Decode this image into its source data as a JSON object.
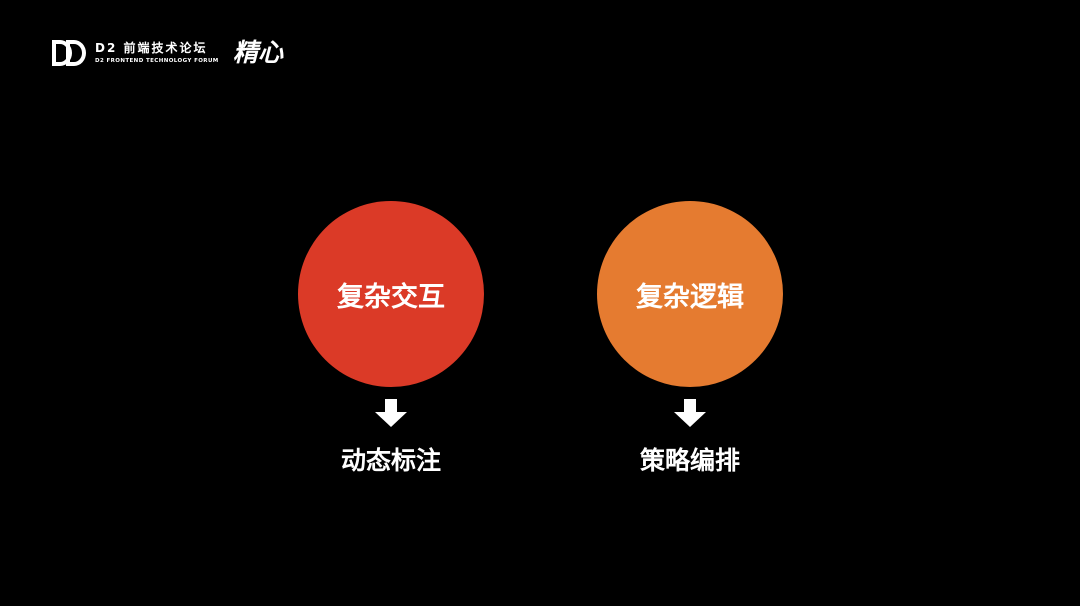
{
  "header": {
    "logo_icon": "dd-logo-icon",
    "brand_title": "D2 前端技术论坛",
    "brand_subtitle": "D2 FRONTEND TECHNOLOGY FORUM",
    "event_name": "精心"
  },
  "colors": {
    "background": "#000000",
    "left_circle": "#DB3A27",
    "right_circle": "#E57B30",
    "text": "#FFFFFF"
  },
  "columns": [
    {
      "circle_label": "复杂交互",
      "arrow_icon": "arrow-down-icon",
      "result_label": "动态标注"
    },
    {
      "circle_label": "复杂逻辑",
      "arrow_icon": "arrow-down-icon",
      "result_label": "策略编排"
    }
  ]
}
